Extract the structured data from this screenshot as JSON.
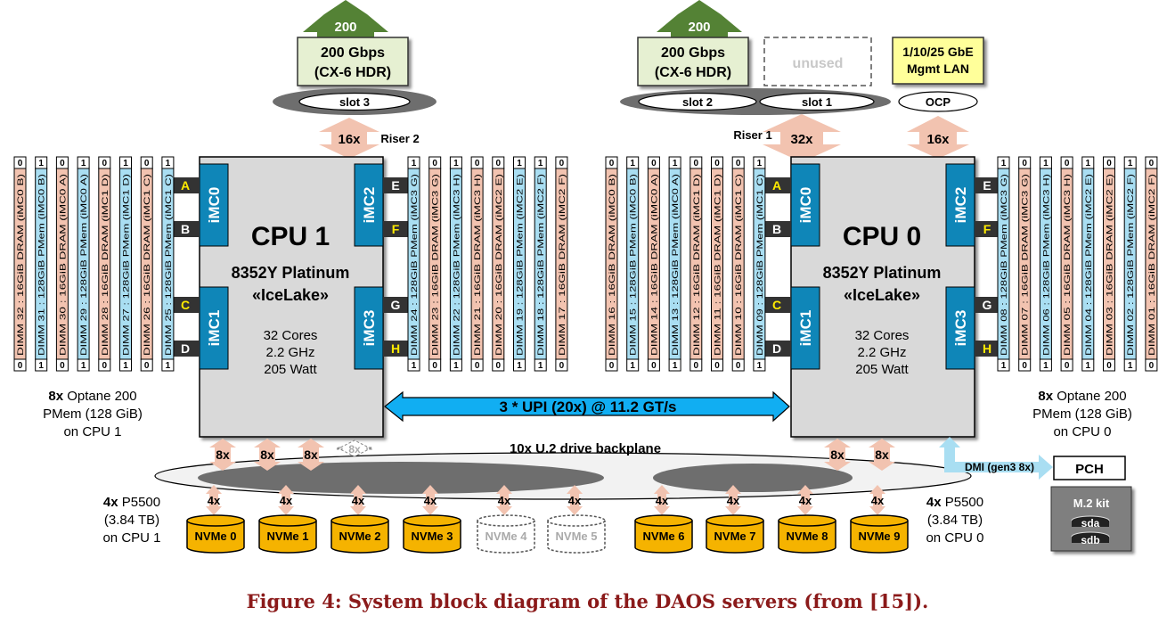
{
  "caption": "Figure 4: System block diagram of the DAOS servers (from [15]).",
  "colors": {
    "dram": "#f2c3b0",
    "pmem": "#a9def2",
    "imc": "#0f86b8",
    "cpu": "#d9d9d9",
    "upi": "#11aef2",
    "link": "#f2c3b0",
    "nvme": "#f5b300",
    "nic": "#e6f0d2",
    "mgmt": "#ffff9a",
    "arrow_up": "#548235",
    "caption": "#8b1a1a"
  },
  "cpu1": {
    "title": "CPU 1",
    "model": "8352Y Platinum",
    "codename": "«IceLake»",
    "cores": "32 Cores",
    "freq": "2.2 GHz",
    "power": "205 Watt",
    "imc": [
      "iMC0",
      "iMC1",
      "iMC2",
      "iMC3"
    ],
    "left_channels": [
      "A",
      "B",
      "C",
      "D"
    ],
    "right_channels": [
      "E",
      "F",
      "G",
      "H"
    ],
    "left_dimms": [
      {
        "label": "DIMM 32 : 16GiB DRAM (iMC0 B)",
        "type": "dram",
        "top": "0",
        "bottom": "0"
      },
      {
        "label": "DIMM 31 : 128GiB PMem (iMC0 B)",
        "type": "pmem",
        "top": "1",
        "bottom": "1"
      },
      {
        "label": "DIMM 30 : 16GiB DRAM (iMC0 A)",
        "type": "dram",
        "top": "0",
        "bottom": "0"
      },
      {
        "label": "DIMM 29 : 128GiB PMem (iMC0 A)",
        "type": "pmem",
        "top": "1",
        "bottom": "1"
      },
      {
        "label": "DIMM 28 : 16GiB DRAM (iMC1 D)",
        "type": "dram",
        "top": "0",
        "bottom": "0"
      },
      {
        "label": "DIMM 27 : 128GiB PMem (iMC1 D)",
        "type": "pmem",
        "top": "1",
        "bottom": "1"
      },
      {
        "label": "DIMM 26 : 16GiB DRAM (iMC1 C)",
        "type": "dram",
        "top": "0",
        "bottom": "0"
      },
      {
        "label": "DIMM 25 : 128GiB PMem (iMC1 C)",
        "type": "pmem",
        "top": "1",
        "bottom": "1"
      }
    ],
    "right_dimms": [
      {
        "label": "DIMM 24 : 128GiB PMem (iMC3 G)",
        "type": "pmem",
        "top": "1",
        "bottom": "1"
      },
      {
        "label": "DIMM 23 : 16GiB DRAM (iMC3 G)",
        "type": "dram",
        "top": "0",
        "bottom": "0"
      },
      {
        "label": "DIMM 22 : 128GiB PMem (iMC3 H)",
        "type": "pmem",
        "top": "1",
        "bottom": "1"
      },
      {
        "label": "DIMM 21 : 16GiB DRAM (iMC3 H)",
        "type": "dram",
        "top": "0",
        "bottom": "0"
      },
      {
        "label": "DIMM 20 : 16GiB DRAM (iMC2 E)",
        "type": "dram",
        "top": "0",
        "bottom": "0"
      },
      {
        "label": "DIMM 19 : 128GiB PMem (iMC2 E)",
        "type": "pmem",
        "top": "1",
        "bottom": "1"
      },
      {
        "label": "DIMM 18 : 128GiB PMem (iMC2 F)",
        "type": "pmem",
        "top": "1",
        "bottom": "1"
      },
      {
        "label": "DIMM 17 : 16GiB DRAM (iMC2 F)",
        "type": "dram",
        "top": "0",
        "bottom": "0"
      }
    ]
  },
  "cpu0": {
    "title": "CPU 0",
    "model": "8352Y Platinum",
    "codename": "«IceLake»",
    "cores": "32 Cores",
    "freq": "2.2 GHz",
    "power": "205 Watt",
    "imc": [
      "iMC0",
      "iMC1",
      "iMC2",
      "iMC3"
    ],
    "left_channels": [
      "A",
      "B",
      "C",
      "D"
    ],
    "right_channels": [
      "E",
      "F",
      "G",
      "H"
    ],
    "left_dimms": [
      {
        "label": "DIMM 16 : 16GiB DRAM (iMC0 B)",
        "type": "dram",
        "top": "0",
        "bottom": "0"
      },
      {
        "label": "DIMM 15 : 128GiB PMem (iMC0 B)",
        "type": "pmem",
        "top": "1",
        "bottom": "1"
      },
      {
        "label": "DIMM 14 : 16GiB DRAM (iMC0 A)",
        "type": "dram",
        "top": "0",
        "bottom": "0"
      },
      {
        "label": "DIMM 13 : 128GiB PMem (iMC0 A)",
        "type": "pmem",
        "top": "1",
        "bottom": "1"
      },
      {
        "label": "DIMM 12 : 16GiB DRAM (iMC1 D)",
        "type": "dram",
        "top": "0",
        "bottom": "0"
      },
      {
        "label": "DIMM 11 : 16GiB DRAM (iMC1 D)",
        "type": "dram",
        "top": "0",
        "bottom": "0"
      },
      {
        "label": "DIMM 10 : 16GiB DRAM (iMC1 C)",
        "type": "dram",
        "top": "0",
        "bottom": "0"
      },
      {
        "label": "DIMM 09 : 128GiB PMem (iMC1 C)",
        "type": "pmem",
        "top": "1",
        "bottom": "1"
      }
    ],
    "right_dimms": [
      {
        "label": "DIMM 08 : 128GiB PMem (iMC3 G)",
        "type": "pmem",
        "top": "1",
        "bottom": "1"
      },
      {
        "label": "DIMM 07 : 16GiB DRAM (iMC3 G)",
        "type": "dram",
        "top": "0",
        "bottom": "0"
      },
      {
        "label": "DIMM 06 : 128GiB PMem (iMC3 H)",
        "type": "pmem",
        "top": "1",
        "bottom": "1"
      },
      {
        "label": "DIMM 05 : 16GiB DRAM (iMC3 H)",
        "type": "dram",
        "top": "0",
        "bottom": "0"
      },
      {
        "label": "DIMM 04 : 128GiB PMem (iMC2 E)",
        "type": "pmem",
        "top": "1",
        "bottom": "1"
      },
      {
        "label": "DIMM 03 : 16GiB DRAM (iMC2 E)",
        "type": "dram",
        "top": "0",
        "bottom": "0"
      },
      {
        "label": "DIMM 02 : 128GiB PMem (iMC2 F)",
        "type": "pmem",
        "top": "1",
        "bottom": "1"
      },
      {
        "label": "DIMM 01 : 16GiB DRAM (iMC2 F)",
        "type": "dram",
        "top": "0",
        "bottom": "0"
      }
    ]
  },
  "network": {
    "nic1": {
      "up": "200",
      "line1": "200 Gbps",
      "line2": "(CX-6 HDR)",
      "slot": "slot 3",
      "lanes": "16x",
      "riser": "Riser 2"
    },
    "nic0": {
      "up": "200",
      "line1": "200 Gbps",
      "line2": "(CX-6 HDR)",
      "slot": "slot 2",
      "riser": "Riser 1",
      "lanes": "32x"
    },
    "unused": {
      "label": "unused",
      "slot": "slot 1"
    },
    "mgmt": {
      "line1": "1/10/25 GbE",
      "line2": "Mgmt LAN",
      "slot": "OCP",
      "lanes": "16x"
    }
  },
  "upi": "3 * UPI (20x)  @  11.2 GT/s",
  "optane_left": {
    "bold": "8x",
    "line1_rest": " Optane 200",
    "line2": "PMem (128 GiB)",
    "line3": "on CPU 1"
  },
  "optane_right": {
    "bold": "8x",
    "line1_rest": " Optane 200",
    "line2": "PMem (128 GiB)",
    "line3": "on CPU 0"
  },
  "backplane": {
    "title": "10x U.2 drive backplane",
    "cpu1_links": [
      "8x",
      "8x",
      "8x"
    ],
    "cpu1_unused_link": "8x",
    "cpu0_links": [
      "8x",
      "8x"
    ],
    "drive_lanes": "4x"
  },
  "drives_left": {
    "bold": "4x",
    "line1_rest": " P5500",
    "line2": "(3.84 TB)",
    "line3": "on CPU 1"
  },
  "drives_right": {
    "bold": "4x",
    "line1_rest": " P5500",
    "line2": "(3.84 TB)",
    "line3": "on CPU 0"
  },
  "nvme": [
    {
      "label": "NVMe 0",
      "active": true
    },
    {
      "label": "NVMe 1",
      "active": true
    },
    {
      "label": "NVMe 2",
      "active": true
    },
    {
      "label": "NVMe 3",
      "active": true
    },
    {
      "label": "NVMe 4",
      "active": false
    },
    {
      "label": "NVMe 5",
      "active": false
    },
    {
      "label": "NVMe 6",
      "active": true
    },
    {
      "label": "NVMe 7",
      "active": true
    },
    {
      "label": "NVMe 8",
      "active": true
    },
    {
      "label": "NVMe 9",
      "active": true
    }
  ],
  "dmi": "DMI (gen3 8x)",
  "pch": "PCH",
  "m2": {
    "title": "M.2 kit",
    "disks": [
      "sda",
      "sdb"
    ]
  }
}
